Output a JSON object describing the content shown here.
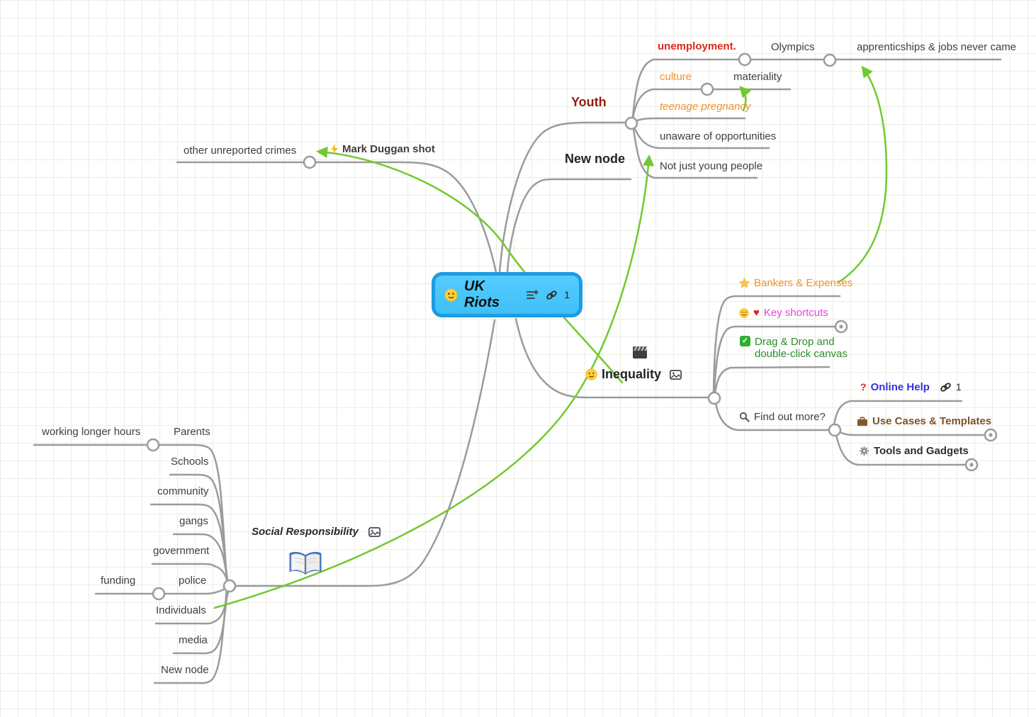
{
  "app": {
    "kind": "mind-map-canvas",
    "palette": {
      "node_fill": "#41c4f9",
      "node_border": "#1d9be4",
      "branch_line": "#9b9b9b",
      "relation_arrow": "#72c832",
      "red_text": "#e0261c",
      "dark_red_text": "#961c12",
      "orange_text": "#ef9030",
      "magenta_text": "#e545d6",
      "green_text": "#2d8c2d",
      "blue_text": "#3333dd",
      "brown_text": "#7d5226",
      "grid_line": "#e9efe1"
    },
    "icons": {
      "root-emoji": "slightly-smiling-face",
      "notes-icon": "notes-plus",
      "link-icon": "chain-link",
      "image-icon": "picture-frame",
      "bolt-icon": "lightning",
      "star-icon": "star",
      "face-icon": "slightly-smiling-face",
      "heart-icon": "red-heart",
      "check-icon": "green-checkbox",
      "clapper-icon": "film-clapperboard",
      "magnifier-icon": "magnifying-glass",
      "question-icon": "red-question-mark",
      "briefcase-icon": "briefcase",
      "gear-icon": "gear",
      "book-icon": "open-book"
    }
  },
  "nodes": {
    "root": {
      "label": "UK Riots",
      "link_count": "1"
    },
    "youth": {
      "label": "Youth"
    },
    "unemployment": {
      "label": "unemployment."
    },
    "olympics": {
      "label": "Olympics"
    },
    "apprenticeships": {
      "label": "apprenticships & jobs never came"
    },
    "culture": {
      "label": "culture"
    },
    "materiality": {
      "label": "materiality"
    },
    "teenage_pregnancy": {
      "label": "teenage pregnancy"
    },
    "unaware": {
      "label": "unaware of opportunities"
    },
    "new_node_top": {
      "label": "New node"
    },
    "not_just_young": {
      "label": "Not just young people"
    },
    "other_crimes": {
      "label": "other unreported crimes"
    },
    "mark_duggan": {
      "label": "Mark Duggan shot"
    },
    "inequality": {
      "label": "Inequality"
    },
    "bankers": {
      "label": "Bankers & Expenses"
    },
    "key_shortcuts": {
      "label": "Key shortcuts"
    },
    "drag_drop": {
      "label": "Drag & Drop and\ndouble-click canvas"
    },
    "find_out_more": {
      "label": "Find out more?"
    },
    "online_help": {
      "label": "Online Help",
      "link_count": "1"
    },
    "use_cases": {
      "label": "Use Cases & Templates"
    },
    "tools_gadgets": {
      "label": "Tools and Gadgets"
    },
    "social_responsibility": {
      "label": "Social Responsibility"
    },
    "working_hours": {
      "label": "working longer hours"
    },
    "parents": {
      "label": "Parents"
    },
    "schools": {
      "label": "Schools"
    },
    "community": {
      "label": "community"
    },
    "gangs": {
      "label": "gangs"
    },
    "government": {
      "label": "government"
    },
    "police": {
      "label": "police"
    },
    "funding": {
      "label": "funding"
    },
    "individuals": {
      "label": "Individuals"
    },
    "media": {
      "label": "media"
    },
    "new_node_bottom": {
      "label": "New node"
    }
  }
}
